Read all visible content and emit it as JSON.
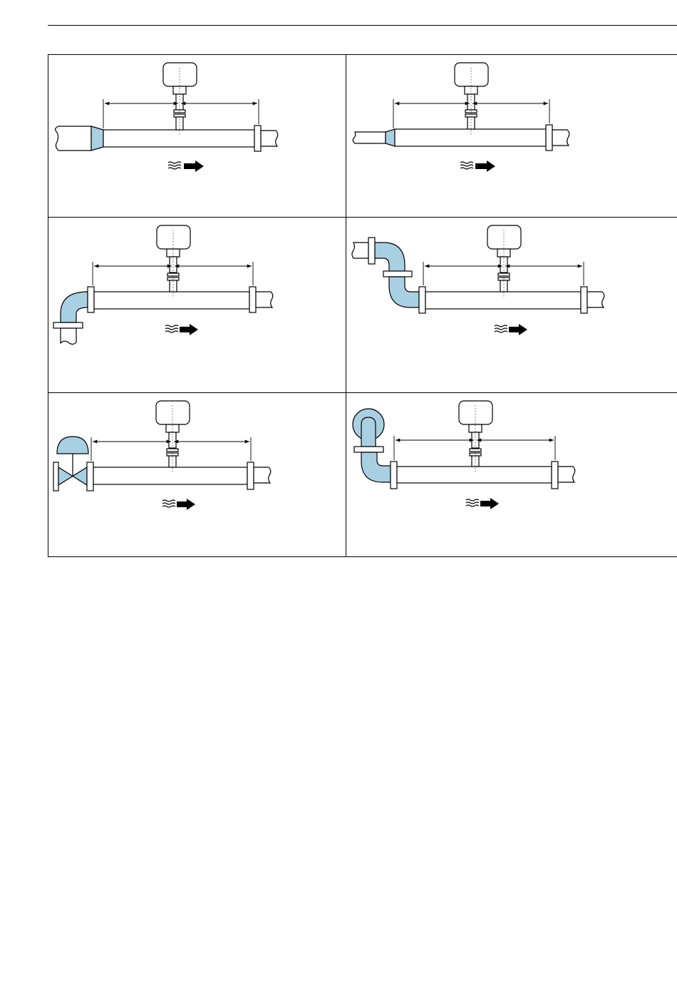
{
  "document": {
    "figure": {
      "panels": [
        {
          "id": "reducer-large",
          "upstream_disturbance": "pipe-reducer"
        },
        {
          "id": "reducer-small",
          "upstream_disturbance": "pipe-reducer"
        },
        {
          "id": "single-elbow",
          "upstream_disturbance": "90-degree-elbow"
        },
        {
          "id": "double-elbow",
          "upstream_disturbance": "two-90-degree-elbows"
        },
        {
          "id": "control-valve",
          "upstream_disturbance": "control-valve"
        },
        {
          "id": "double-elbow-3d",
          "upstream_disturbance": "two-90-degree-elbows-3d"
        }
      ]
    },
    "colors": {
      "disturbance_fill": "#a9cfe2",
      "line": "#000000",
      "background": "#ffffff"
    },
    "icons": [
      "flow-direction-arrow-icon",
      "flow-wave-icon",
      "sensor-head-icon"
    ]
  }
}
